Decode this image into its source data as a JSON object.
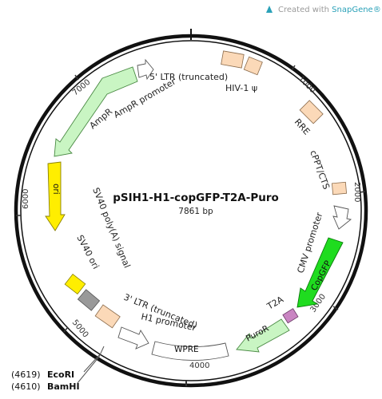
{
  "credit": {
    "prefix": "Created with ",
    "brand": "SnapGene®"
  },
  "plasmid": {
    "name": "pSIH1-H1-copGFP-T2A-Puro",
    "size": "7861 bp",
    "length": 7861
  },
  "ticks": [
    {
      "label": "1000",
      "pos": 1000
    },
    {
      "label": "2000",
      "pos": 2000
    },
    {
      "label": "3000",
      "pos": 3000
    },
    {
      "label": "4000",
      "pos": 4000
    },
    {
      "label": "5000",
      "pos": 5000
    },
    {
      "label": "6000",
      "pos": 6000
    },
    {
      "label": "7000",
      "pos": 7000
    }
  ],
  "sites": [
    {
      "label": "EcoRI",
      "coord": "(4619)",
      "pos": 4619
    },
    {
      "label": "BamHI",
      "coord": "(4610)",
      "pos": 4610
    }
  ],
  "features": [
    {
      "name": "5' LTR (truncated)",
      "color": "#fbd9b8",
      "shape": "box"
    },
    {
      "name": "HIV-1 ψ",
      "color": "#fbd9b8",
      "shape": "box"
    },
    {
      "name": "RRE",
      "color": "#fbd9b8",
      "shape": "box"
    },
    {
      "name": "cPPT/CTS",
      "color": "#fbd9b8",
      "shape": "box"
    },
    {
      "name": "CMV promoter",
      "color": "#ffffff",
      "shape": "arrow"
    },
    {
      "name": "CopGFP",
      "color": "#1fdc1f",
      "shape": "arrow"
    },
    {
      "name": "T2A",
      "color": "#c985c2",
      "shape": "box"
    },
    {
      "name": "PuroR",
      "color": "#c9f5c3",
      "shape": "arrow"
    },
    {
      "name": "WPRE",
      "color": "#ffffff",
      "shape": "box"
    },
    {
      "name": "H1 promoter",
      "color": "#ffffff",
      "shape": "arrow"
    },
    {
      "name": "3' LTR (truncated)",
      "color": "#fbd9b8",
      "shape": "box"
    },
    {
      "name": "SV40 ori",
      "color": "#999999",
      "shape": "box"
    },
    {
      "name": "SV40 poly(A) signal",
      "color": "#ffee00",
      "shape": "box"
    },
    {
      "name": "ori",
      "color": "#ffee00",
      "shape": "arrow"
    },
    {
      "name": "AmpR",
      "color": "#c9f5c3",
      "shape": "arrow"
    },
    {
      "name": "AmpR promoter",
      "color": "#ffffff",
      "shape": "arrow"
    }
  ]
}
